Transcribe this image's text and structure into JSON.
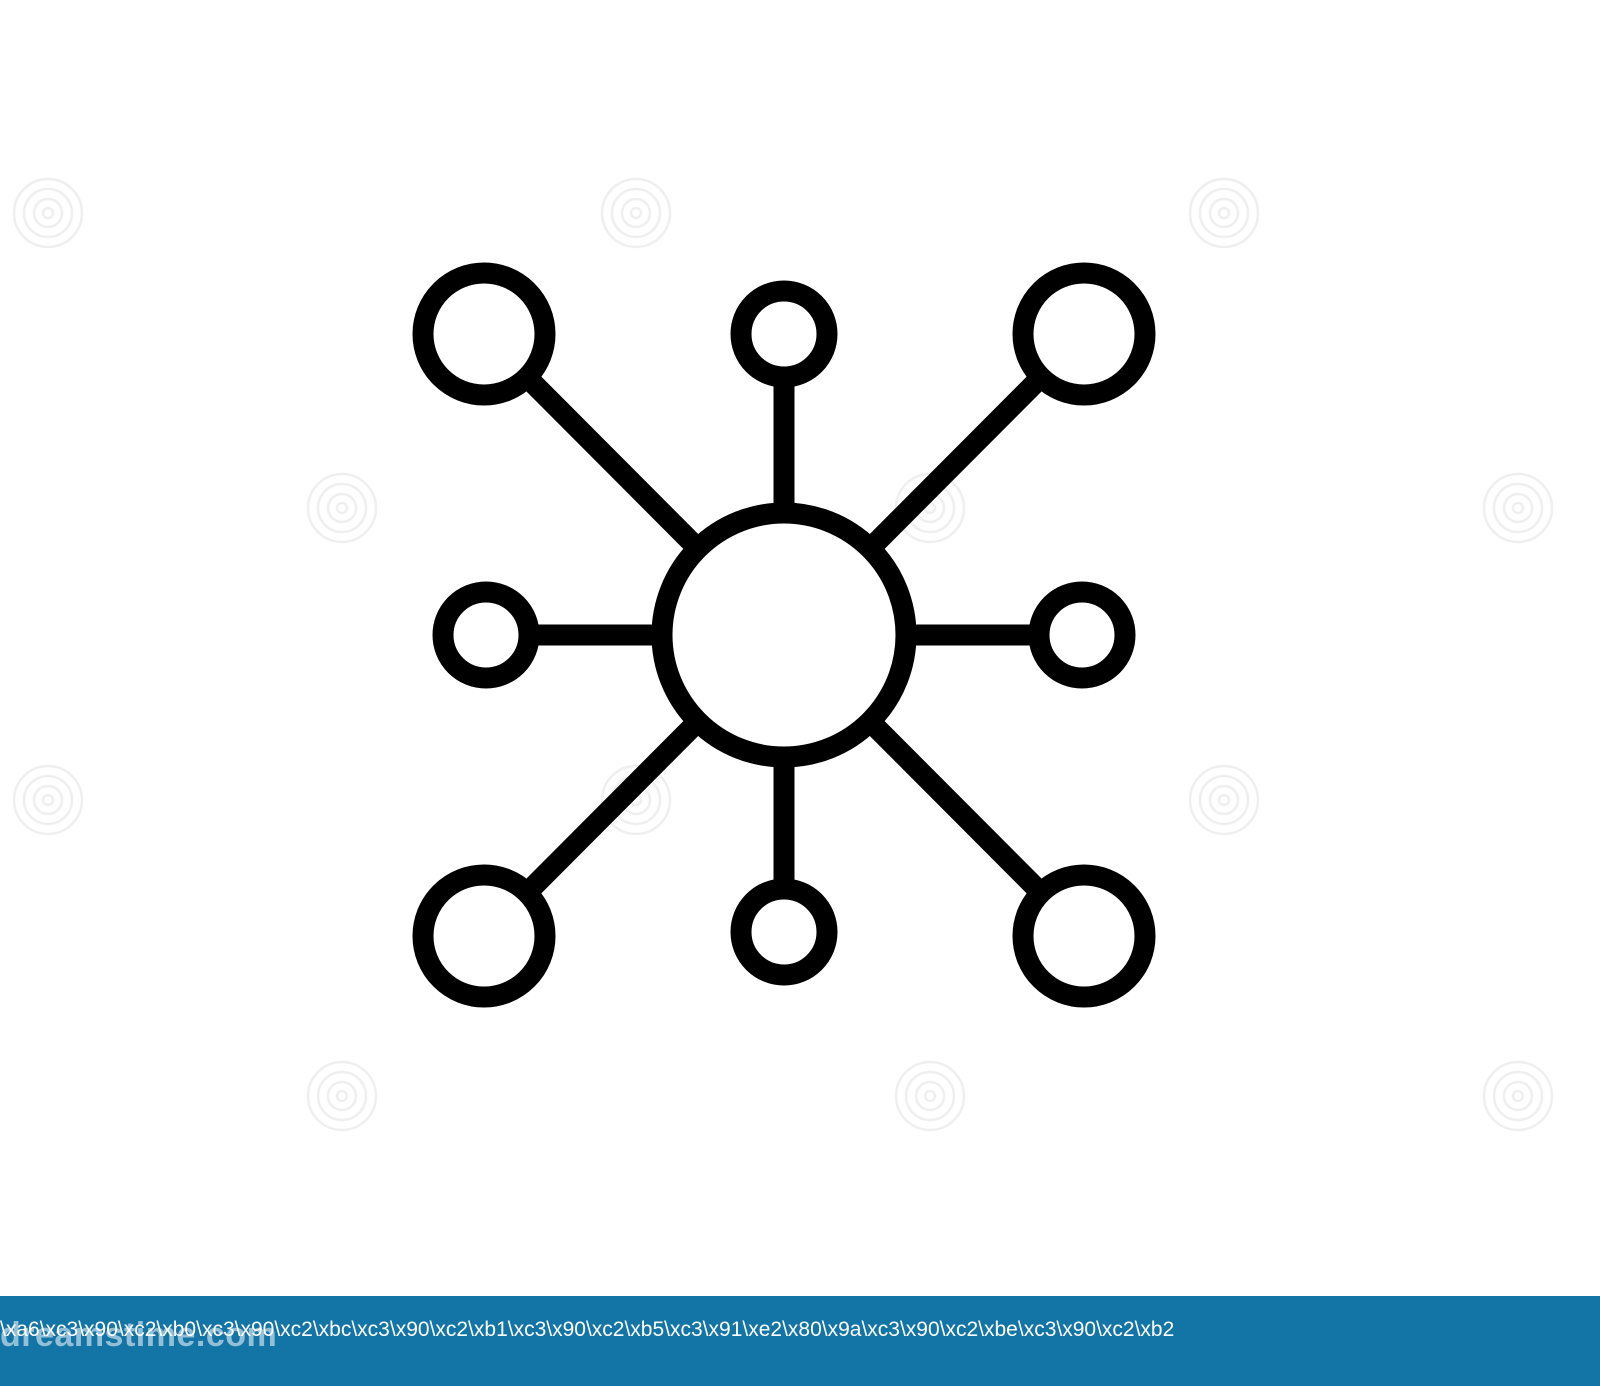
{
  "image": {
    "background_color": "#ffffff",
    "stroke_color": "#000000"
  },
  "icon": {
    "name": "network-hub-icon",
    "center_node": "hub",
    "outer_nodes": [
      "top-left",
      "top",
      "top-right",
      "left",
      "right",
      "bottom-left",
      "bottom",
      "bottom-right"
    ]
  },
  "watermark": {
    "brand": "dreamstime.com",
    "color": "#1374a6"
  },
  "footer": {
    "logo_text": "dreamstime.com",
    "id_text": "\\xa6\\xc3\\x90\\xc2\\xb0\\xc3\\x90\\xc2\\xbc\\xc3\\x90\\xc2\\xb1\\xc3\\x90\\xc2\\xb5\\xc3\\x91\\xe2\\x80\\x9a\\xc3\\x90\\xc2\\xbe\\xc3\\x90\\xc2\\xb2"
  }
}
